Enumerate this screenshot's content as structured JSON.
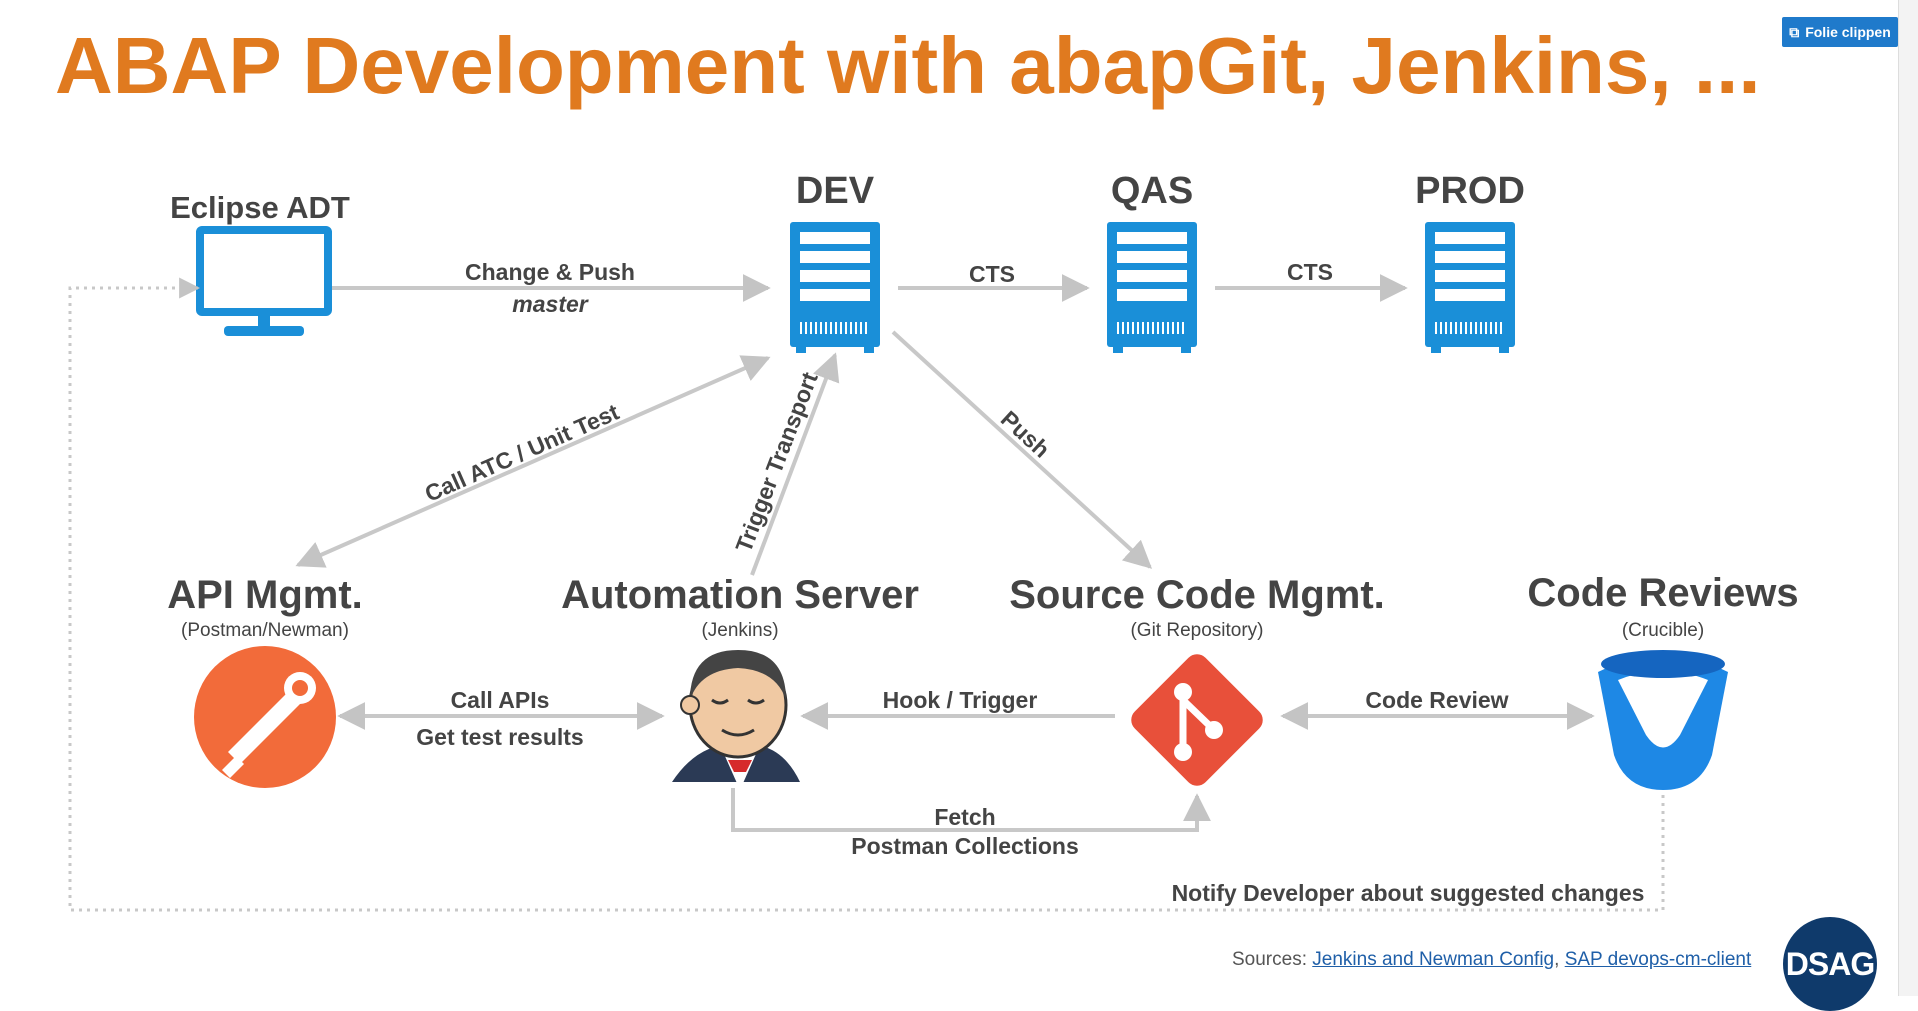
{
  "slide": {
    "title": "ABAP Development with abapGit, Jenkins, ...",
    "clip_button": "Folie clippen"
  },
  "systems": {
    "eclipse": "Eclipse ADT",
    "dev": "DEV",
    "qas": "QAS",
    "prod": "PROD"
  },
  "components": {
    "api": {
      "title": "API Mgmt.",
      "sub": "(Postman/Newman)"
    },
    "automation": {
      "title": "Automation Server",
      "sub": "(Jenkins)"
    },
    "scm": {
      "title": "Source Code Mgmt.",
      "sub": "(Git Repository)"
    },
    "reviews": {
      "title": "Code Reviews",
      "sub": "(Crucible)"
    }
  },
  "edges": {
    "change_push": "Change & Push",
    "master": "master",
    "cts1": "CTS",
    "cts2": "CTS",
    "call_atc": "Call ATC / Unit Test",
    "trigger_transport": "Trigger Transport",
    "push": "Push",
    "call_apis": "Call APIs",
    "get_results": "Get test results",
    "hook_trigger": "Hook / Trigger",
    "code_review": "Code Review",
    "fetch": "Fetch",
    "postman_collections": "Postman Collections",
    "notify": "Notify Developer about suggested changes"
  },
  "footer": {
    "sources_label": "Sources: ",
    "link1": "Jenkins and Newman Config",
    "sep": ", ",
    "link2": "SAP devops-cm-client",
    "logo": "DSAG"
  },
  "colors": {
    "title": "#e07a1f",
    "server_blue": "#1a8fd8",
    "postman_orange": "#f26b3a",
    "git_red": "#e8503a",
    "crucible_blue": "#1e88e5",
    "arrow_gray": "#c8c8c8"
  }
}
